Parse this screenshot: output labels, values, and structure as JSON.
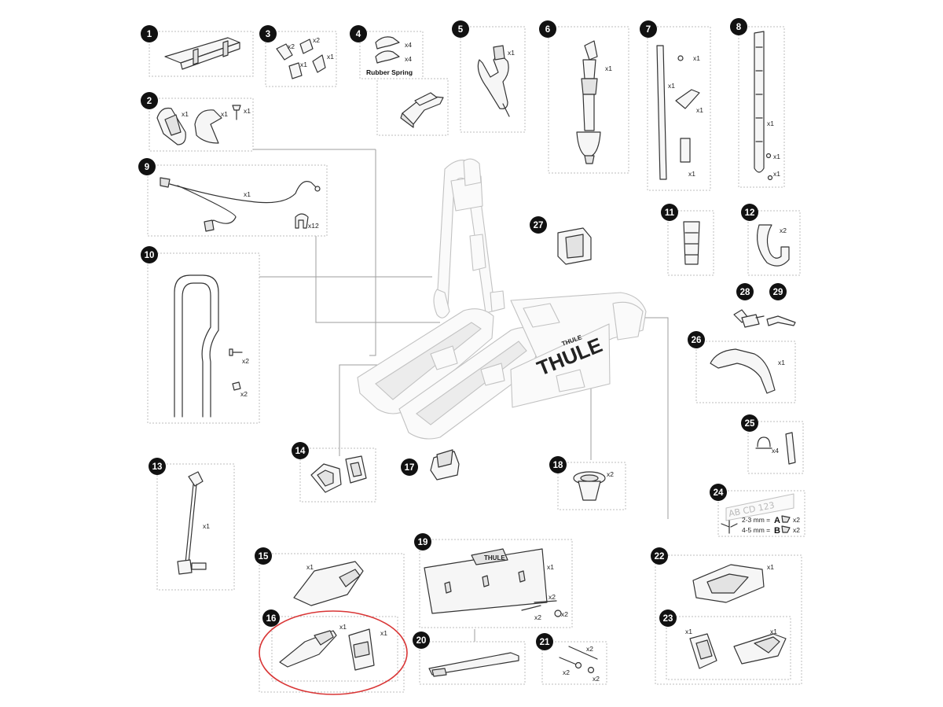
{
  "diagram": {
    "parts": [
      {
        "number": "1",
        "quantities": []
      },
      {
        "number": "2",
        "quantities": [
          "x1",
          "x1",
          "x1"
        ]
      },
      {
        "number": "3",
        "quantities": [
          "x2",
          "x2",
          "x1",
          "x1"
        ]
      },
      {
        "number": "4",
        "quantities": [
          "x4",
          "x4"
        ],
        "caption": "Rubber Spring"
      },
      {
        "number": "5",
        "quantities": [
          "x1"
        ]
      },
      {
        "number": "6",
        "quantities": [
          "x1"
        ]
      },
      {
        "number": "7",
        "quantities": [
          "x1",
          "x1",
          "x1",
          "x1"
        ]
      },
      {
        "number": "8",
        "quantities": [
          "x1",
          "x1",
          "x1"
        ]
      },
      {
        "number": "9",
        "quantities": [
          "x1",
          "x12"
        ]
      },
      {
        "number": "10",
        "quantities": [
          "x2",
          "x2"
        ]
      },
      {
        "number": "11",
        "quantities": []
      },
      {
        "number": "12",
        "quantities": [
          "x2"
        ]
      },
      {
        "number": "13",
        "quantities": [
          "x1"
        ]
      },
      {
        "number": "14",
        "quantities": []
      },
      {
        "number": "15",
        "quantities": [
          "x1"
        ]
      },
      {
        "number": "16",
        "quantities": [
          "x1",
          "x1"
        ]
      },
      {
        "number": "17",
        "quantities": []
      },
      {
        "number": "18",
        "quantities": [
          "x2"
        ]
      },
      {
        "number": "19",
        "quantities": [
          "x1",
          "x2",
          "x2",
          "x2"
        ]
      },
      {
        "number": "20",
        "quantities": []
      },
      {
        "number": "21",
        "quantities": [
          "x2",
          "x2",
          "x2"
        ]
      },
      {
        "number": "22",
        "quantities": [
          "x1"
        ]
      },
      {
        "number": "23",
        "quantities": [
          "x1",
          "x1"
        ]
      },
      {
        "number": "24",
        "quantities": [
          "x2",
          "x2"
        ],
        "plate_text": "AB CD 123",
        "note_a": "2-3 mm =",
        "letter_a": "A",
        "note_b": "4-5 mm =",
        "letter_b": "B"
      },
      {
        "number": "25",
        "quantities": [
          "x4"
        ]
      },
      {
        "number": "26",
        "quantities": [
          "x1"
        ]
      },
      {
        "number": "27",
        "quantities": []
      },
      {
        "number": "28",
        "quantities": []
      },
      {
        "number": "29",
        "quantities": []
      }
    ],
    "brand_text": "THULE",
    "highlighted_part": "16",
    "colors": {
      "badge": "#111111",
      "highlight": "#d93636",
      "box_border": "#bdbdbd"
    }
  }
}
